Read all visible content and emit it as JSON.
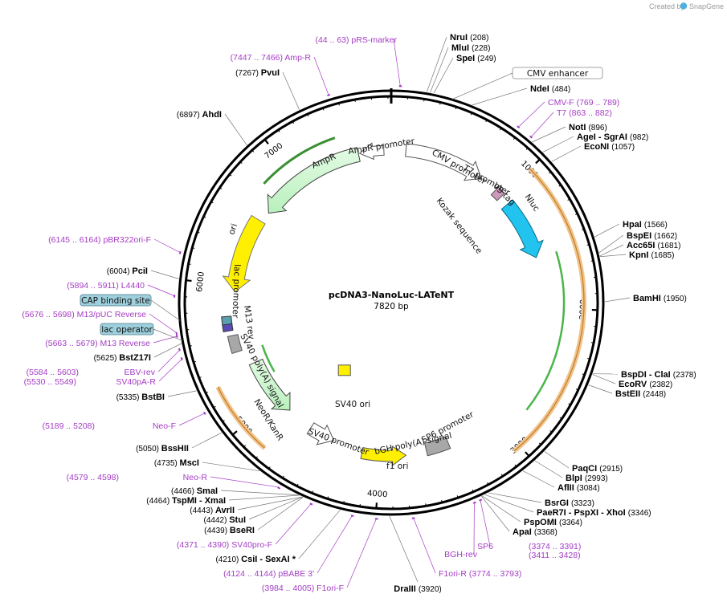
{
  "header": {
    "created_by": "Created by",
    "brand": "SnapGene"
  },
  "plasmid": {
    "name": "pcDNA3-NanoLuc-LATeNT",
    "length": "7820 bp",
    "total_bp": 7820
  },
  "ticks": [
    "1000",
    "2000",
    "3000",
    "4000",
    "5000",
    "6000",
    "7000"
  ],
  "colors": {
    "primer": "#a43cc4",
    "nluc": "#22c3ee",
    "ampr": "#cdf8cf",
    "ori": "#ffef00",
    "orf_ring": "#f0c48a"
  },
  "enzymes": [
    {
      "name": "NruI",
      "pos": "(208)",
      "bp": 208
    },
    {
      "name": "MluI",
      "pos": "(228)",
      "bp": 228
    },
    {
      "name": "SpeI",
      "pos": "(249)",
      "bp": 249
    },
    {
      "name": "NdeI",
      "pos": "(484)",
      "bp": 484
    },
    {
      "name": "NotI",
      "pos": "(896)",
      "bp": 896
    },
    {
      "name": "AgeI - SgrAI",
      "pos": "(982)",
      "bp": 982
    },
    {
      "name": "EcoNI",
      "pos": "(1057)",
      "bp": 1057
    },
    {
      "name": "HpaI",
      "pos": "(1566)",
      "bp": 1566
    },
    {
      "name": "BspEI",
      "pos": "(1662)",
      "bp": 1662
    },
    {
      "name": "Acc65I",
      "pos": "(1681)",
      "bp": 1681
    },
    {
      "name": "KpnI",
      "pos": "(1685)",
      "bp": 1685
    },
    {
      "name": "BamHI",
      "pos": "(1950)",
      "bp": 1950
    },
    {
      "name": "BspDI - ClaI",
      "pos": "(2378)",
      "bp": 2378
    },
    {
      "name": "EcoRV",
      "pos": "(2382)",
      "bp": 2382
    },
    {
      "name": "BstEII",
      "pos": "(2448)",
      "bp": 2448
    },
    {
      "name": "PaqCI",
      "pos": "(2915)",
      "bp": 2915
    },
    {
      "name": "BlpI",
      "pos": "(2993)",
      "bp": 2993
    },
    {
      "name": "AflII",
      "pos": "(3084)",
      "bp": 3084
    },
    {
      "name": "BsrGI",
      "pos": "(3323)",
      "bp": 3323
    },
    {
      "name": "PaeR7I - PspXI - XhoI",
      "pos": "(3346)",
      "bp": 3346
    },
    {
      "name": "PspOMI",
      "pos": "(3364)",
      "bp": 3364
    },
    {
      "name": "ApaI",
      "pos": "(3368)",
      "bp": 3368
    },
    {
      "name": "DraIII",
      "pos": "(3920)",
      "bp": 3920
    },
    {
      "name": "CsiI - SexAI *",
      "pos": "(4210)",
      "bp": 4210
    },
    {
      "name": "BseRI",
      "pos": "(4439)",
      "bp": 4439
    },
    {
      "name": "StuI",
      "pos": "(4442)",
      "bp": 4442
    },
    {
      "name": "AvrII",
      "pos": "(4443)",
      "bp": 4443
    },
    {
      "name": "TspMI - XmaI",
      "pos": "(4464)",
      "bp": 4464
    },
    {
      "name": "SmaI",
      "pos": "(4466)",
      "bp": 4466
    },
    {
      "name": "MscI",
      "pos": "(4735)",
      "bp": 4735
    },
    {
      "name": "BssHII",
      "pos": "(5050)",
      "bp": 5050
    },
    {
      "name": "BstBI",
      "pos": "(5335)",
      "bp": 5335
    },
    {
      "name": "BstZ17I",
      "pos": "(5625)",
      "bp": 5625
    },
    {
      "name": "PciI",
      "pos": "(6004)",
      "bp": 6004
    },
    {
      "name": "AhdI",
      "pos": "(6897)",
      "bp": 6897
    },
    {
      "name": "PvuI",
      "pos": "(7267)",
      "bp": 7267
    }
  ],
  "primers": [
    {
      "name": "pRS-marker",
      "pos": "(44 .. 63)",
      "bp": 53
    },
    {
      "name": "CMV-F",
      "pos": "(769 .. 789)",
      "bp": 779
    },
    {
      "name": "T7",
      "pos": "(863 .. 882)",
      "bp": 872
    },
    {
      "name": "SP6",
      "pos": "(3374 .. 3391)",
      "bp": 3382
    },
    {
      "name": "BGH-rev",
      "pos": "(3411 .. 3428)",
      "bp": 3419
    },
    {
      "name": "F1ori-R",
      "pos": "(3774 .. 3793)",
      "bp": 3783
    },
    {
      "name": "F1ori-F",
      "pos": "(3984 .. 4005)",
      "bp": 3994
    },
    {
      "name": "pBABE 3'",
      "pos": "(4124 .. 4144)",
      "bp": 4134
    },
    {
      "name": "SV40pro-F",
      "pos": "(4371 .. 4390)",
      "bp": 4380
    },
    {
      "name": "Neo-R",
      "pos": "(4579 .. 4598)",
      "bp": 4588
    },
    {
      "name": "Neo-F",
      "pos": "(5189 .. 5208)",
      "bp": 5198
    },
    {
      "name": "SV40pA-R",
      "pos": "(5530 .. 5549)",
      "bp": 5539
    },
    {
      "name": "EBV-rev",
      "pos": "(5584 .. 5603)",
      "bp": 5593
    },
    {
      "name": "M13 Reverse",
      "pos": "(5663 .. 5679)",
      "bp": 5671
    },
    {
      "name": "M13/pUC Reverse",
      "pos": "(5676 .. 5698)",
      "bp": 5687
    },
    {
      "name": "L4440",
      "pos": "(5894 .. 5911)",
      "bp": 5902
    },
    {
      "name": "pBR322ori-F",
      "pos": "(6145 .. 6164)",
      "bp": 6154
    },
    {
      "name": "Amp-R",
      "pos": "(7447 .. 7466)",
      "bp": 7456
    }
  ],
  "boxed_features": [
    {
      "name": "CMV enhancer",
      "bp": 360
    },
    {
      "name": "CAP binding site",
      "bp": 5760
    },
    {
      "name": "lac operator",
      "bp": 5640
    }
  ],
  "features": [
    {
      "name": "CMV promoter"
    },
    {
      "name": "T7 promoter"
    },
    {
      "name": "V5 tag"
    },
    {
      "name": "Kozak sequence"
    },
    {
      "name": "Nluc"
    },
    {
      "name": "SP6 promoter"
    },
    {
      "name": "bGH poly(A) signal"
    },
    {
      "name": "f1 ori"
    },
    {
      "name": "SV40 promoter"
    },
    {
      "name": "SV40 ori"
    },
    {
      "name": "NeoR/KanR"
    },
    {
      "name": "SV40 poly(A) signal"
    },
    {
      "name": "M13 rev"
    },
    {
      "name": "lac promoter"
    },
    {
      "name": "ori"
    },
    {
      "name": "AmpR"
    },
    {
      "name": "AmpR promoter"
    }
  ]
}
